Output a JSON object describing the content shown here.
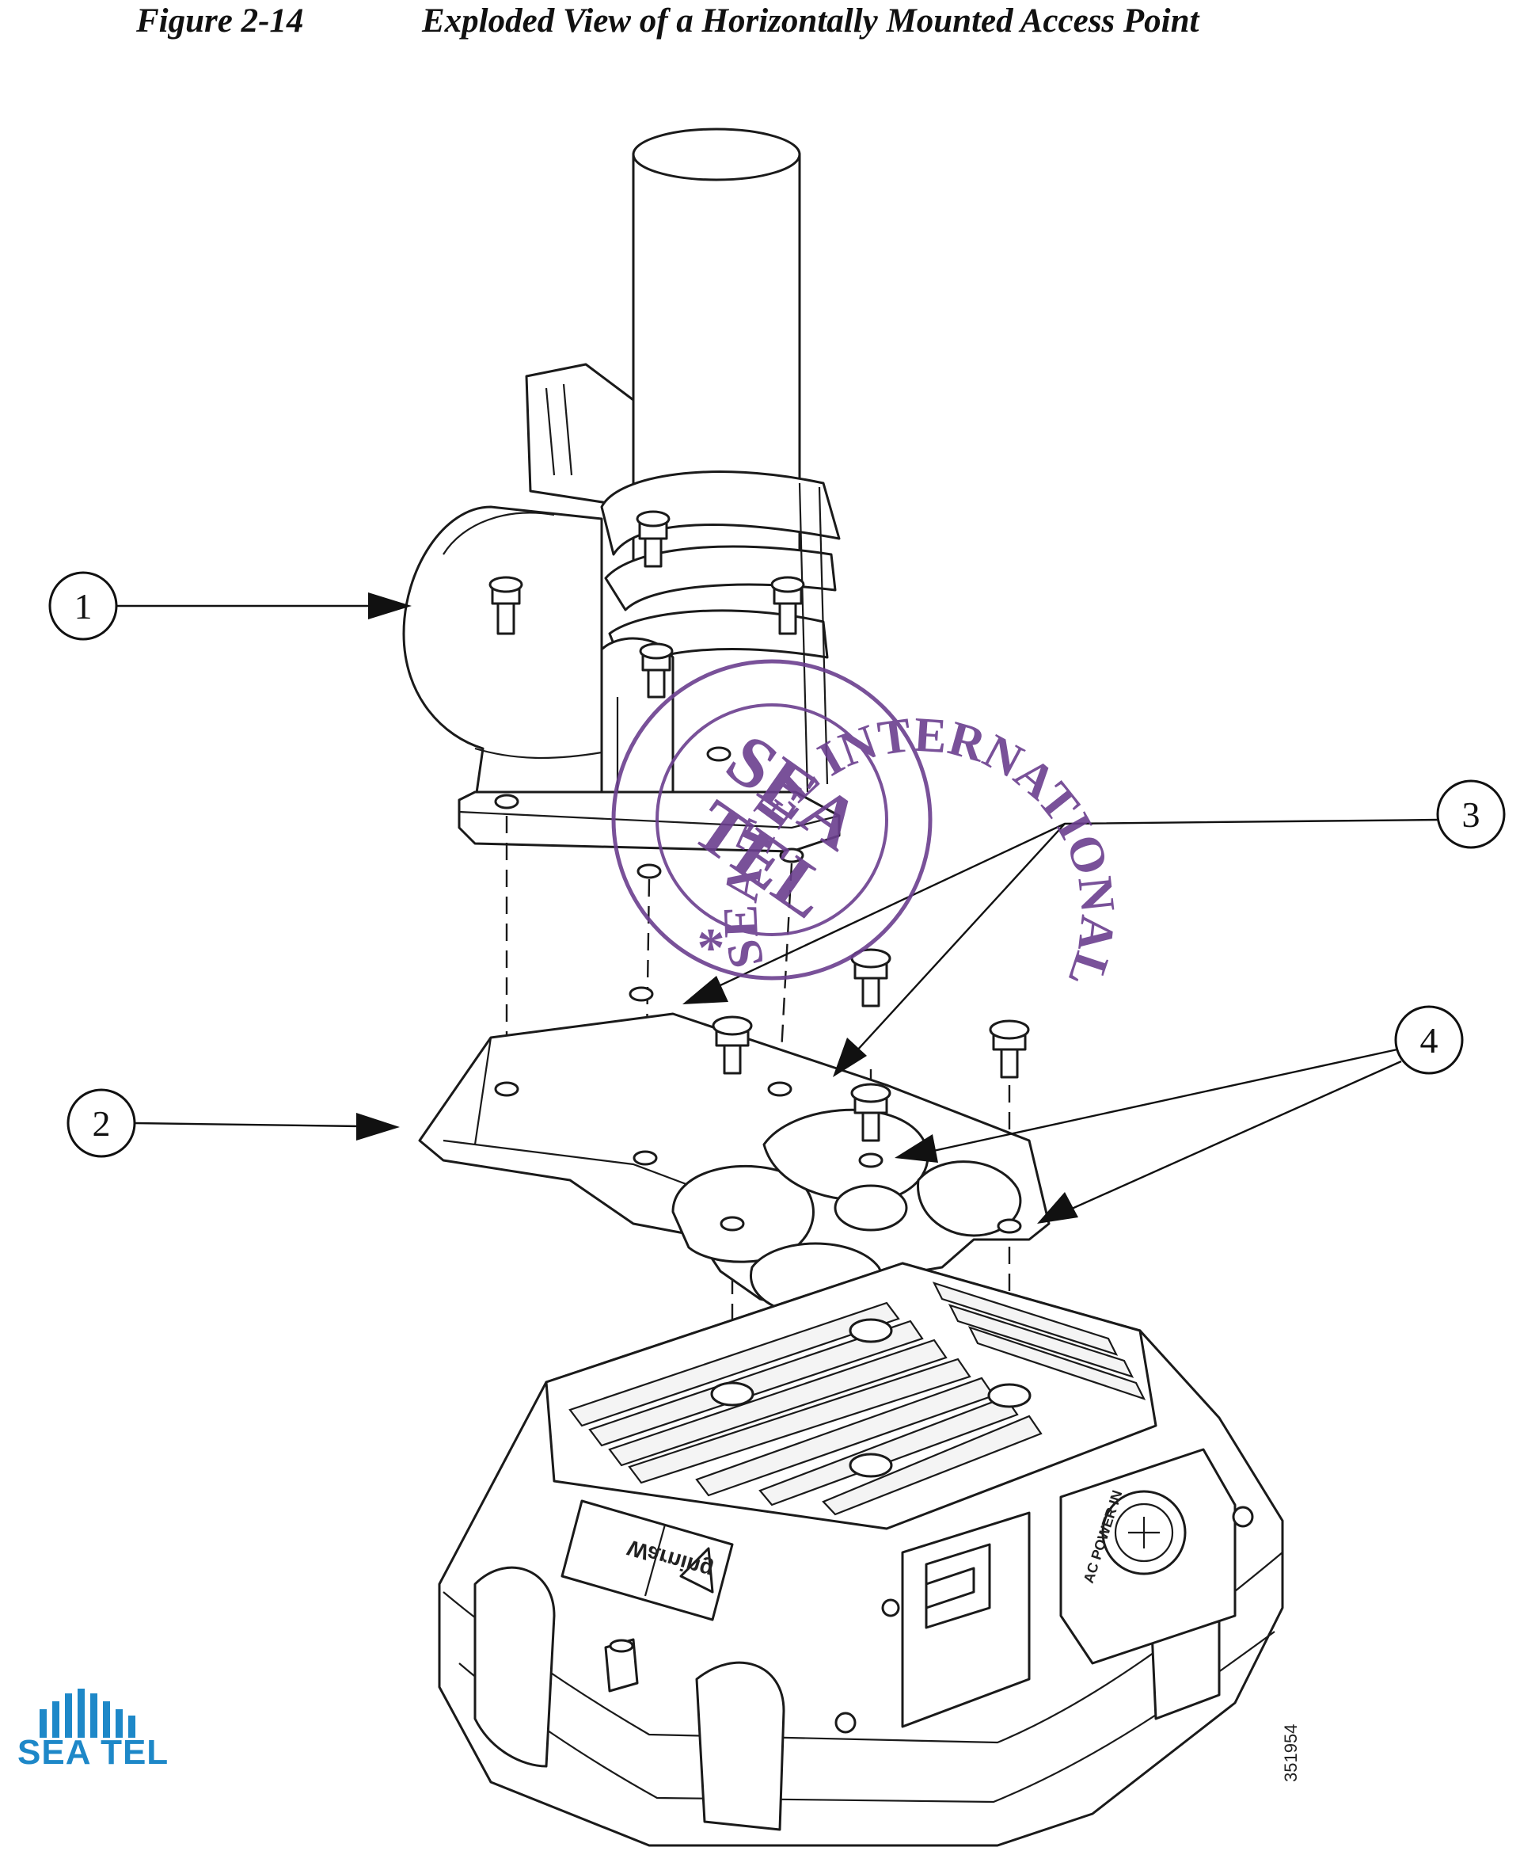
{
  "caption": {
    "figure_number": "Figure 2-14",
    "title": "Exploded View of a Horizontally Mounted Access Point"
  },
  "callouts": [
    {
      "label": "1"
    },
    {
      "label": "2"
    },
    {
      "label": "3"
    },
    {
      "label": "4"
    }
  ],
  "stamp": {
    "ring_text": "SEA TEL INTERNATIONAL",
    "center_line_1": "SEA",
    "center_line_2": "TEL",
    "star": "*"
  },
  "device_labels": {
    "warning_label": "Warning",
    "side_label": "AC POWER IN"
  },
  "logo": {
    "text": "SEA TEL",
    "color": "#1e88c8"
  },
  "figure_id": "351954",
  "colors": {
    "stamp": "#6b3f8f",
    "line_art": "#1a1a1a"
  }
}
